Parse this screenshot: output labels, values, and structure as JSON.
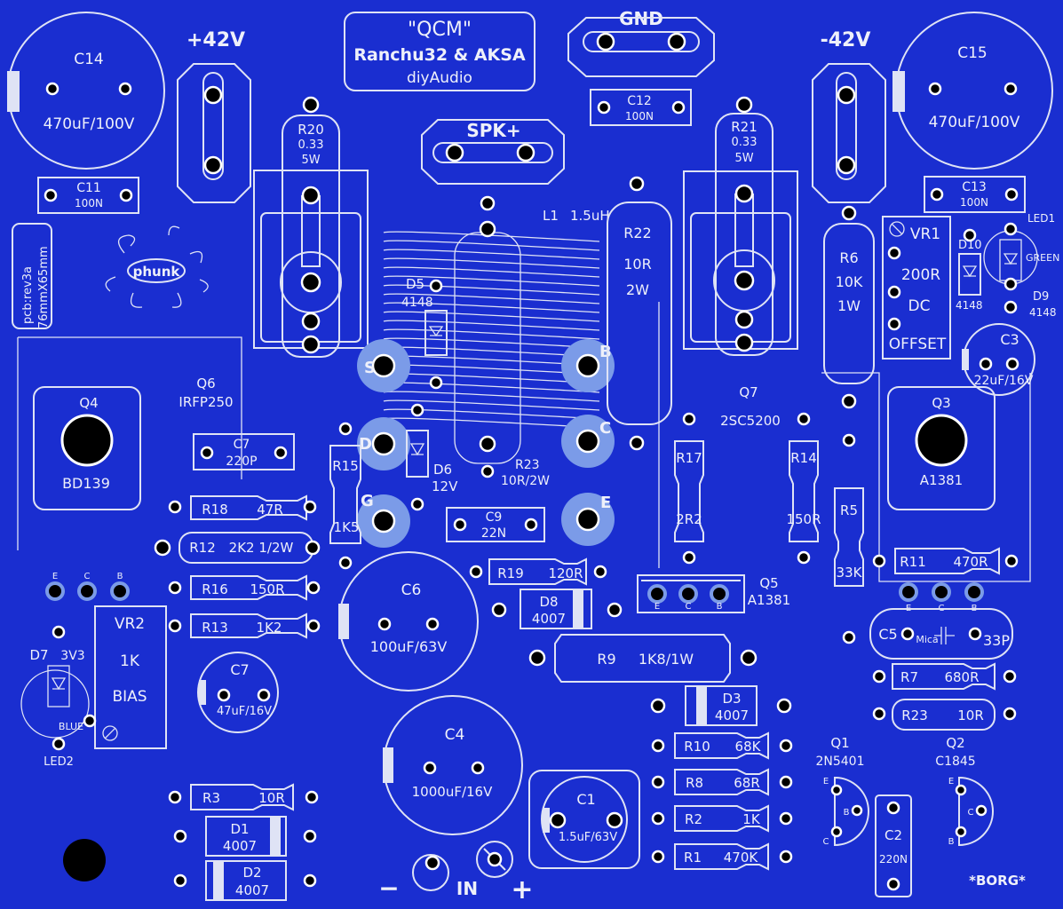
{
  "colors": {
    "board": "#1a2ed0",
    "silk": "#dfe3f5",
    "pad": "#000000",
    "pad_ring": "#ffffff",
    "big_pad": "#7b9be8"
  },
  "title": {
    "line1": "\"QCM\"",
    "line2": "Ranchu32 & AKSA",
    "line3": "diyAudio"
  },
  "terminals": {
    "gnd": "GND",
    "spk": "SPK+",
    "vpos": "+42V",
    "vneg": "-42V",
    "in": "IN",
    "minus": "−",
    "plus": "+"
  },
  "side_label": {
    "line1": "pcb:rev3a",
    "line2": "76mmX65mm"
  },
  "logo": "phunk",
  "borg": "*BORG*",
  "caps": {
    "c14": {
      "ref": "C14",
      "value": "470uF/100V"
    },
    "c15": {
      "ref": "C15",
      "value": "470uF/100V"
    },
    "c11": {
      "ref": "C11",
      "value": "100N"
    },
    "c12": {
      "ref": "C12",
      "value": "100N"
    },
    "c13": {
      "ref": "C13",
      "value": "100N"
    },
    "c7a": {
      "ref": "C7",
      "value": "220P"
    },
    "c9": {
      "ref": "C9",
      "value": "22N"
    },
    "c6": {
      "ref": "C6",
      "value": "100uF/63V"
    },
    "c7b": {
      "ref": "C7",
      "value": "47uF/16V"
    },
    "c4": {
      "ref": "C4",
      "value": "1000uF/16V"
    },
    "c1": {
      "ref": "C1",
      "value": "1.5uF/63V"
    },
    "c3": {
      "ref": "C3",
      "value": "22uF/16V"
    },
    "c5": {
      "ref": "C5",
      "value": "33P",
      "note": "Mica"
    },
    "c2": {
      "ref": "C2",
      "value": "220N"
    }
  },
  "resistors": {
    "r20": {
      "ref": "R20",
      "value": "0.33",
      "power": "5W"
    },
    "r21": {
      "ref": "R21",
      "value": "0.33",
      "power": "5W"
    },
    "r22": {
      "ref": "R22",
      "value": "10R",
      "power": "2W"
    },
    "r6": {
      "ref": "R6",
      "value": "10K",
      "power": "1W"
    },
    "r23a": {
      "ref": "R23",
      "value": "10R/2W"
    },
    "r15": {
      "ref": "R15",
      "value": "1K5"
    },
    "r18": {
      "ref": "R18",
      "value": "47R"
    },
    "r12": {
      "ref": "R12",
      "value": "2K2 1/2W"
    },
    "r16": {
      "ref": "R16",
      "value": "150R"
    },
    "r13": {
      "ref": "R13",
      "value": "1K2"
    },
    "r19": {
      "ref": "R19",
      "value": "120R"
    },
    "r9": {
      "ref": "R9",
      "value": "1K8/1W"
    },
    "r17": {
      "ref": "R17",
      "value": "2R2"
    },
    "r14": {
      "ref": "R14",
      "value": "150R"
    },
    "r5": {
      "ref": "R5",
      "value": "33K"
    },
    "r11": {
      "ref": "R11",
      "value": "470R"
    },
    "r7": {
      "ref": "R7",
      "value": "680R"
    },
    "r23b": {
      "ref": "R23",
      "value": "10R"
    },
    "r10": {
      "ref": "R10",
      "value": "68K"
    },
    "r8": {
      "ref": "R8",
      "value": "68R"
    },
    "r2": {
      "ref": "R2",
      "value": "1K"
    },
    "r1": {
      "ref": "R1",
      "value": "470K"
    },
    "r3": {
      "ref": "R3",
      "value": "10R"
    }
  },
  "diodes": {
    "d5": {
      "ref": "D5",
      "value": "4148"
    },
    "d6": {
      "ref": "D6",
      "value": "12V"
    },
    "d8": {
      "ref": "D8",
      "value": "4007"
    },
    "d3": {
      "ref": "D3",
      "value": "4007"
    },
    "d1": {
      "ref": "D1",
      "value": "4007"
    },
    "d2": {
      "ref": "D2",
      "value": "4007"
    },
    "d10": {
      "ref": "D10",
      "value": "4148"
    },
    "d9": {
      "ref": "D9",
      "value": "4148"
    },
    "d7": {
      "ref": "D7",
      "value": "3V3"
    },
    "led1": {
      "ref": "LED1",
      "value": "GREEN"
    },
    "led2": {
      "ref": "LED2",
      "value": "BLUE"
    }
  },
  "inductor": {
    "ref": "L1",
    "value": "1.5uH"
  },
  "transistors": {
    "q4": {
      "ref": "Q4",
      "type": "BD139"
    },
    "q3": {
      "ref": "Q3",
      "type": "A1381"
    },
    "q6": {
      "ref": "Q6",
      "type": "IRFP250"
    },
    "q7": {
      "ref": "Q7",
      "type": "2SC5200"
    },
    "q5": {
      "ref": "Q5",
      "type": "A1381"
    },
    "q1": {
      "ref": "Q1",
      "type": "2N5401"
    },
    "q2": {
      "ref": "Q2",
      "type": "C1845"
    }
  },
  "pins": {
    "s": "S",
    "b": "B",
    "d": "D",
    "c": "C",
    "g": "G",
    "e": "E"
  },
  "vr1": {
    "ref": "VR1",
    "value": "200R",
    "line1": "DC",
    "line2": "OFFSET"
  },
  "vr2": {
    "ref": "VR2",
    "value": "1K",
    "label": "BIAS"
  }
}
